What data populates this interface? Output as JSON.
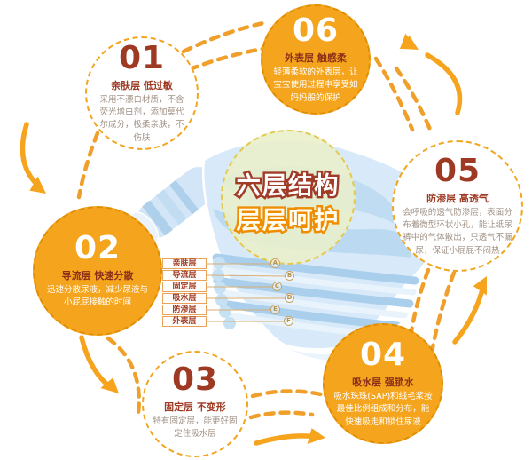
{
  "badge": {
    "line1": "六层结构",
    "line2": "层层呵护"
  },
  "steps": [
    {
      "number": "01",
      "title": "亲肤层 低过敏",
      "description": "采用不漂白材质，不含荧光增白剂，添加莫代尔成分，极柔亲肤，不伤肤",
      "style": "outline"
    },
    {
      "number": "02",
      "title": "导流层 快速分散",
      "description": "迅速分散尿液，减少尿液与小屁屁接触的时间",
      "style": "filled"
    },
    {
      "number": "03",
      "title": "固定层 不变形",
      "description": "特有固定层，能更好固定住吸水层",
      "style": "outline"
    },
    {
      "number": "04",
      "title": "吸水层 强锁水",
      "description": "吸水珠珠(SAP)和绒毛浆按最佳比例组成和分布，能快速吸走和锁住尿液",
      "style": "filled"
    },
    {
      "number": "05",
      "title": "防渗层 高透气",
      "description": "会呼吸的透气防渗层，表面分布着微型环状小孔，能让纸尿裤中的气体散出，只透气不漏尿，保证小屁屁不闷热",
      "style": "outline"
    },
    {
      "number": "06",
      "title": "外表层 触感柔",
      "description": "轻薄柔软的外表层，让宝宝使用过程中享受如妈妈般的保护",
      "style": "filled"
    }
  ],
  "layer_labels": [
    {
      "name": "亲肤层",
      "letter": "A"
    },
    {
      "name": "导流层",
      "letter": "B"
    },
    {
      "name": "固定层",
      "letter": "C"
    },
    {
      "name": "吸水层",
      "letter": "D"
    },
    {
      "name": "防渗层",
      "letter": "E"
    },
    {
      "name": "外表层",
      "letter": "F"
    }
  ],
  "colors": {
    "accent_orange": "#F5A41D",
    "dark_red": "#9E3A23",
    "body_gray": "#A09185",
    "diaper_blue_light": "#D8EAF9",
    "diaper_blue_mid": "#AFD3EE",
    "badge_fill": "#E9EFCA",
    "badge_border": "#E5C94F"
  }
}
